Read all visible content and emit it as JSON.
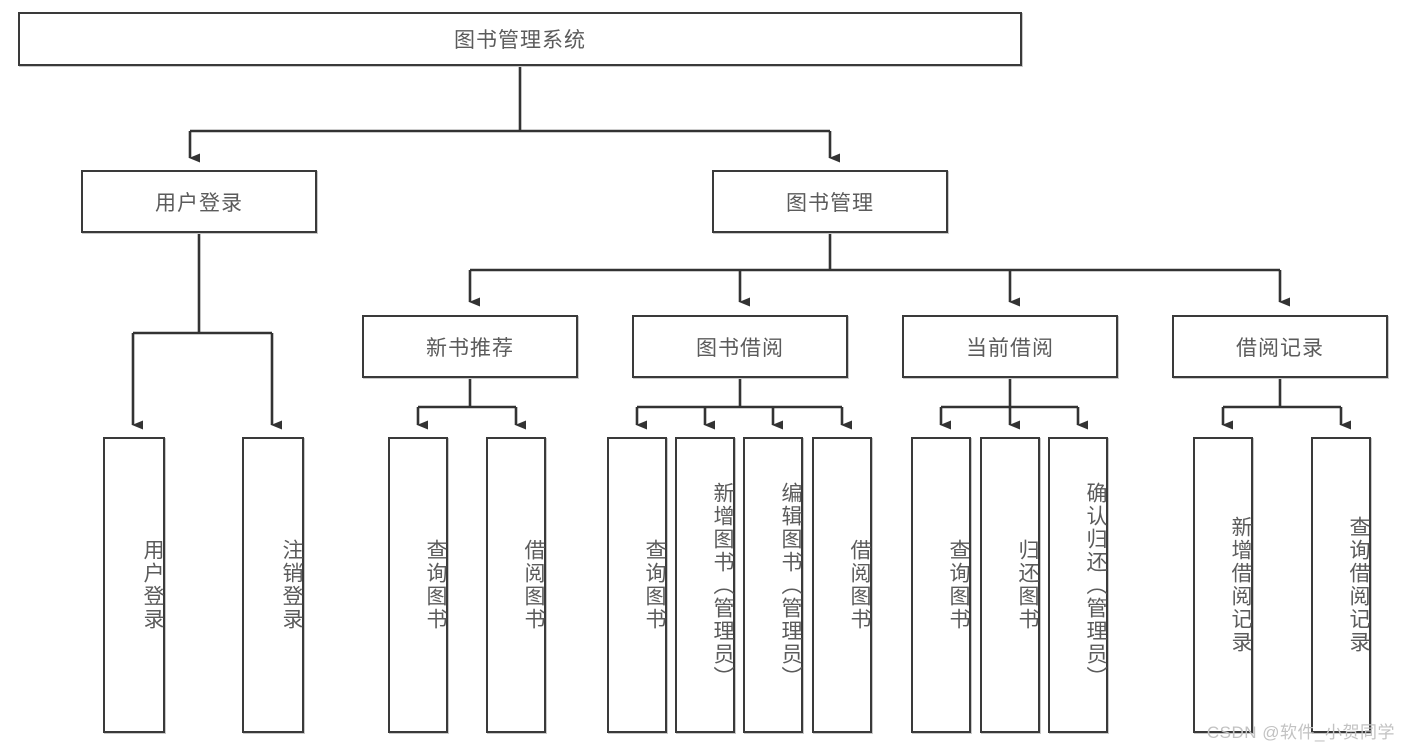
{
  "diagram": {
    "type": "tree-hierarchy-chart",
    "title_node": {
      "label": "图书管理系统"
    },
    "colors": {
      "box_border": "#3a3a3a",
      "box_fill": "#ffffff",
      "text": "#5b5b5b",
      "connector": "#333333",
      "watermark": "#c2c2c2",
      "background": "#ffffff"
    },
    "levels": {
      "level1": [
        {
          "id": "root",
          "label": "图书管理系统"
        }
      ],
      "level2": [
        {
          "id": "user-login",
          "label": "用户登录"
        },
        {
          "id": "book-management",
          "label": "图书管理"
        }
      ],
      "level3": [
        {
          "id": "new-book-recommend",
          "label": "新书推荐"
        },
        {
          "id": "book-borrow",
          "label": "图书借阅"
        },
        {
          "id": "current-borrow",
          "label": "当前借阅"
        },
        {
          "id": "borrow-record",
          "label": "借阅记录"
        }
      ],
      "level4": [
        {
          "id": "leaf-user-login",
          "label": "用户登录",
          "parent": "user-login"
        },
        {
          "id": "leaf-logout",
          "label": "注销登录",
          "parent": "user-login"
        },
        {
          "id": "leaf-query-book-1",
          "label": "查询图书",
          "parent": "new-book-recommend"
        },
        {
          "id": "leaf-borrow-book-1",
          "label": "借阅图书",
          "parent": "new-book-recommend"
        },
        {
          "id": "leaf-query-book-2",
          "label": "查询图书",
          "parent": "book-borrow"
        },
        {
          "id": "leaf-add-book",
          "label": "新增图书（管理员）",
          "parent": "book-borrow"
        },
        {
          "id": "leaf-edit-book",
          "label": "编辑图书（管理员）",
          "parent": "book-borrow"
        },
        {
          "id": "leaf-borrow-book-2",
          "label": "借阅图书",
          "parent": "book-borrow"
        },
        {
          "id": "leaf-query-book-3",
          "label": "查询图书",
          "parent": "current-borrow"
        },
        {
          "id": "leaf-return-book",
          "label": "归还图书",
          "parent": "current-borrow"
        },
        {
          "id": "leaf-confirm-return",
          "label": "确认归还（管理员）",
          "parent": "current-borrow"
        },
        {
          "id": "leaf-add-record",
          "label": "新增借阅记录",
          "parent": "borrow-record"
        },
        {
          "id": "leaf-query-record",
          "label": "查询借阅记录",
          "parent": "borrow-record"
        }
      ]
    }
  },
  "watermark": {
    "text": "CSDN @软件_小贺同学"
  }
}
